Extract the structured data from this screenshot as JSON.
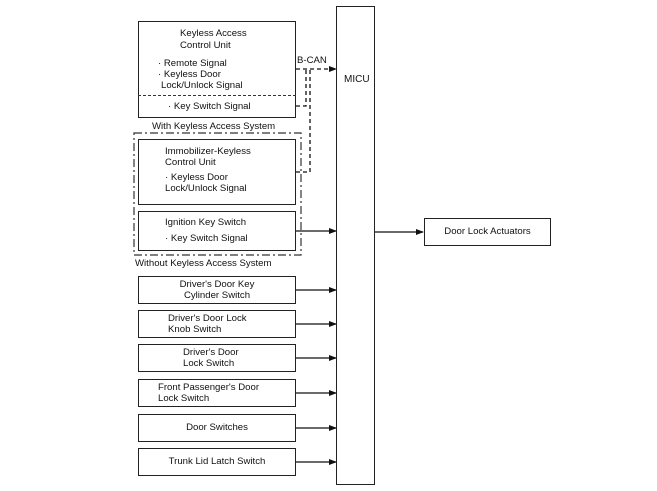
{
  "micu": {
    "label": "MICU"
  },
  "bcan": {
    "label": "B-CAN"
  },
  "keyless_unit": {
    "title_line1": "Keyless Access",
    "title_line2": "Control Unit",
    "sig1": "· Remote Signal",
    "sig2_line1": "· Keyless Door",
    "sig2_line2": "Lock/Unlock Signal",
    "sig3": "· Key Switch Signal"
  },
  "with_keyless_caption": "With Keyless Access System",
  "immobilizer_unit": {
    "title_line1": "Immobilizer-Keyless",
    "title_line2": "Control Unit",
    "sig_line1": "· Keyless Door",
    "sig_line2": "Lock/Unlock Signal"
  },
  "ignition_switch": {
    "title": "Ignition Key Switch",
    "sig": "· Key Switch Signal"
  },
  "without_keyless_caption": "Without Keyless Access System",
  "inputs": {
    "drivers_key_cyl_line1": "Driver's Door Key",
    "drivers_key_cyl_line2": "Cylinder Switch",
    "drivers_lock_knob_line1": "Driver's Door Lock",
    "drivers_lock_knob_line2": "Knob Switch",
    "drivers_lock_sw_line1": "Driver's Door",
    "drivers_lock_sw_line2": "Lock Switch",
    "front_pass_line1": "Front Passenger's Door",
    "front_pass_line2": "Lock Switch",
    "door_switches": "Door Switches",
    "trunk_latch": "Trunk Lid Latch Switch"
  },
  "output": {
    "door_lock_actuators": "Door Lock Actuators"
  }
}
